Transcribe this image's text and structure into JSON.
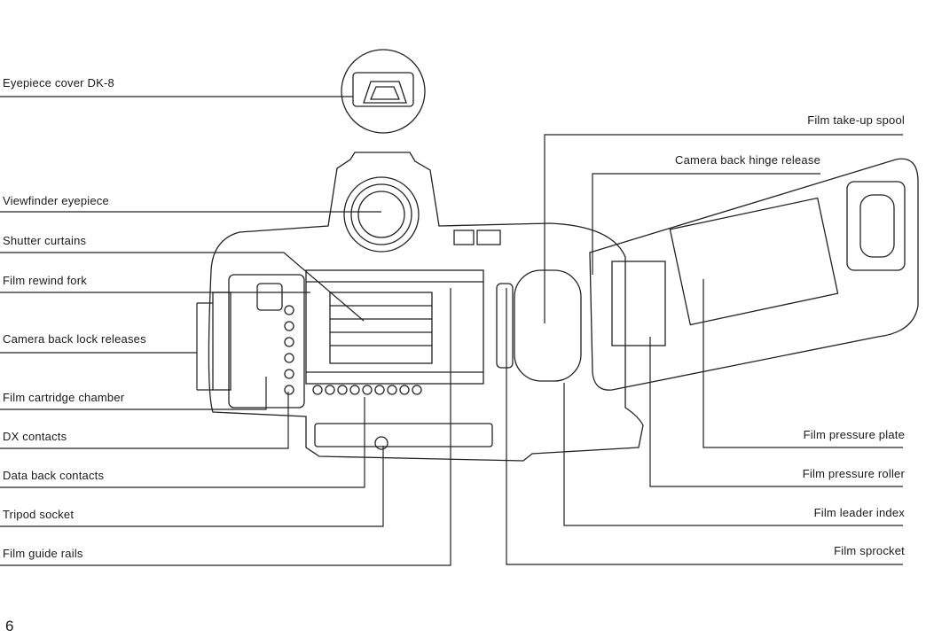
{
  "labels_left": [
    {
      "id": "eyepiece-cover",
      "text": "Eyepiece cover DK-8"
    },
    {
      "id": "viewfinder-eyepiece",
      "text": "Viewfinder eyepiece"
    },
    {
      "id": "shutter-curtains",
      "text": "Shutter curtains"
    },
    {
      "id": "film-rewind-fork",
      "text": "Film rewind fork"
    },
    {
      "id": "camera-back-lock-releases",
      "text": "Camera back lock releases"
    },
    {
      "id": "film-cartridge-chamber",
      "text": "Film cartridge chamber"
    },
    {
      "id": "dx-contacts",
      "text": "DX contacts"
    },
    {
      "id": "data-back-contacts",
      "text": "Data back contacts"
    },
    {
      "id": "tripod-socket",
      "text": "Tripod socket"
    },
    {
      "id": "film-guide-rails",
      "text": "Film guide rails"
    }
  ],
  "labels_right": [
    {
      "id": "film-take-up-spool",
      "text": "Film take-up spool"
    },
    {
      "id": "camera-back-hinge-release",
      "text": "Camera back hinge release"
    },
    {
      "id": "film-pressure-plate",
      "text": "Film pressure plate"
    },
    {
      "id": "film-pressure-roller",
      "text": "Film pressure roller"
    },
    {
      "id": "film-leader-index",
      "text": "Film leader index"
    },
    {
      "id": "film-sprocket",
      "text": "Film sprocket"
    }
  ],
  "eyepiece_cover_marking": "DK-8",
  "page_number": "6"
}
